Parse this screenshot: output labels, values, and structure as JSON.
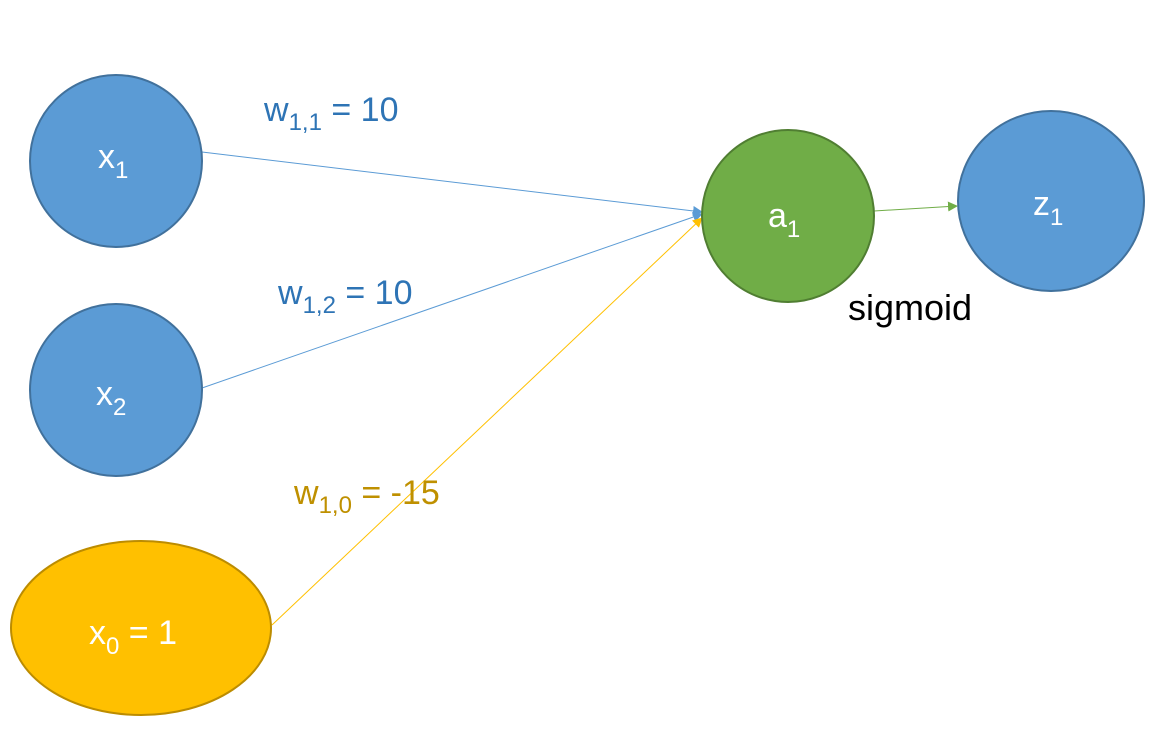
{
  "nodes": {
    "x1": {
      "base": "x",
      "sub": "1",
      "suffix": ""
    },
    "x2": {
      "base": "x",
      "sub": "2",
      "suffix": ""
    },
    "x0": {
      "base": "x",
      "sub": "0",
      "suffix": " = 1"
    },
    "a1": {
      "base": "a",
      "sub": "1",
      "suffix": ""
    },
    "z1": {
      "base": "z",
      "sub": "1",
      "suffix": ""
    }
  },
  "edges": {
    "w11": {
      "base": "w",
      "sub": "1,1",
      "value": " = 10"
    },
    "w12": {
      "base": "w",
      "sub": "1,2",
      "value": " = 10"
    },
    "w10": {
      "base": "w",
      "sub": "1,0",
      "value": " = -15"
    }
  },
  "activation": "sigmoid",
  "colors": {
    "input_node": "#5B9BD5",
    "input_stroke": "#41719C",
    "bias_node": "#FFC000",
    "bias_stroke": "#BC8C00",
    "hidden_node": "#70AD47",
    "hidden_stroke": "#507E32",
    "weight_text_blue": "#2E74B5",
    "weight_text_bias": "#BF9000",
    "edge_blue": "#5B9BD5",
    "edge_bias": "#FFC000",
    "edge_green": "#70AD47"
  }
}
